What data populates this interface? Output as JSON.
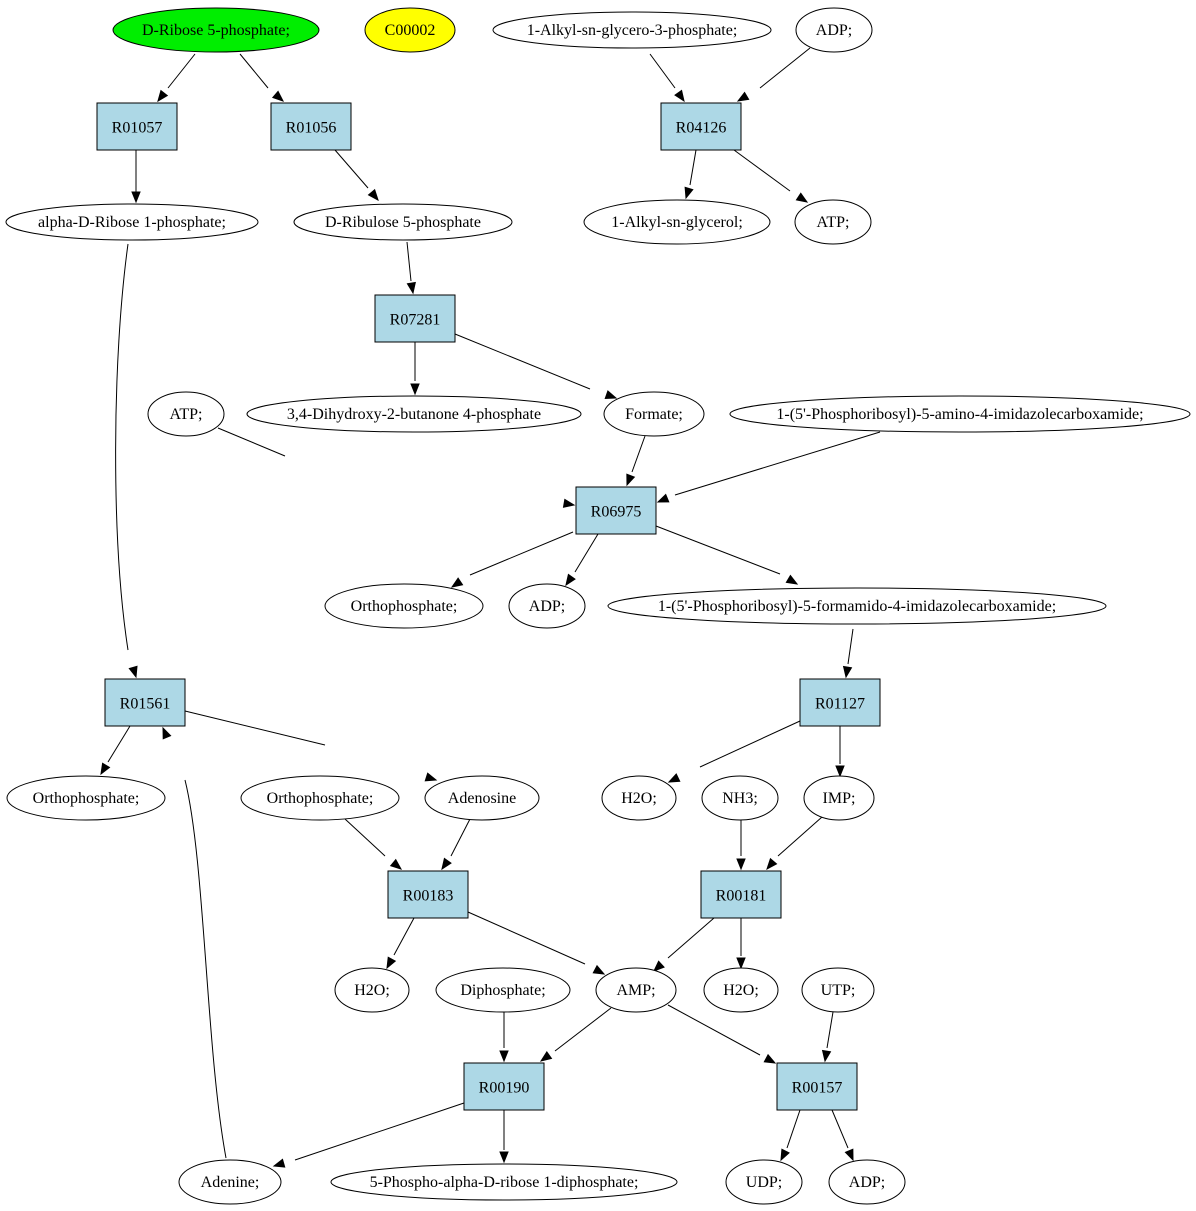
{
  "colors": {
    "reaction_fill": "#add8e6",
    "highlight_green": "#00ee00",
    "highlight_yellow": "#ffff00",
    "default_fill": "#ffffff"
  },
  "compounds": {
    "c_r5p": {
      "label": "D-Ribose 5-phosphate;",
      "fill": "green"
    },
    "c_c00002": {
      "label": "C00002",
      "fill": "yellow"
    },
    "c_alkylg3p": {
      "label": "1-Alkyl-sn-glycero-3-phosphate;"
    },
    "c_adp_top": {
      "label": "ADP;"
    },
    "c_ar1p": {
      "label": "alpha-D-Ribose 1-phosphate;"
    },
    "c_ru5p": {
      "label": "D-Ribulose 5-phosphate"
    },
    "c_alkylglycerol": {
      "label": "1-Alkyl-sn-glycerol;"
    },
    "c_atp_top": {
      "label": "ATP;"
    },
    "c_atp_mid": {
      "label": "ATP;"
    },
    "c_dhbp": {
      "label": "3,4-Dihydroxy-2-butanone 4-phosphate"
    },
    "c_formate": {
      "label": "Formate;"
    },
    "c_aicar": {
      "label": "1-(5'-Phosphoribosyl)-5-amino-4-imidazolecarboxamide;"
    },
    "c_pi_mid": {
      "label": "Orthophosphate;"
    },
    "c_adp_mid": {
      "label": "ADP;"
    },
    "c_faicar": {
      "label": "1-(5'-Phosphoribosyl)-5-formamido-4-imidazolecarboxamide;"
    },
    "c_pi_left": {
      "label": "Orthophosphate;"
    },
    "c_pi_center": {
      "label": "Orthophosphate;"
    },
    "c_adenosine": {
      "label": "Adenosine"
    },
    "c_h2o_r01127": {
      "label": "H2O;"
    },
    "c_nh3": {
      "label": "NH3;"
    },
    "c_imp": {
      "label": "IMP;"
    },
    "c_h2o_r00183": {
      "label": "H2O;"
    },
    "c_diphosphate": {
      "label": "Diphosphate;"
    },
    "c_amp": {
      "label": "AMP;"
    },
    "c_h2o_r00181": {
      "label": "H2O;"
    },
    "c_utp": {
      "label": "UTP;"
    },
    "c_adenine": {
      "label": "Adenine;"
    },
    "c_prpp": {
      "label": "5-Phospho-alpha-D-ribose 1-diphosphate;"
    },
    "c_udp": {
      "label": "UDP;"
    },
    "c_adp_bottom": {
      "label": "ADP;"
    }
  },
  "reactions": {
    "r01057": {
      "label": "R01057"
    },
    "r01056": {
      "label": "R01056"
    },
    "r04126": {
      "label": "R04126"
    },
    "r07281": {
      "label": "R07281"
    },
    "r06975": {
      "label": "R06975"
    },
    "r01561": {
      "label": "R01561"
    },
    "r01127": {
      "label": "R01127"
    },
    "r00183": {
      "label": "R00183"
    },
    "r00181": {
      "label": "R00181"
    },
    "r00190": {
      "label": "R00190"
    },
    "r00157": {
      "label": "R00157"
    }
  },
  "edges": [
    {
      "from": "c_r5p",
      "to": "r01057"
    },
    {
      "from": "c_r5p",
      "to": "r01056"
    },
    {
      "from": "r01057",
      "to": "c_ar1p"
    },
    {
      "from": "r01056",
      "to": "c_ru5p"
    },
    {
      "from": "c_alkylg3p",
      "to": "r04126"
    },
    {
      "from": "c_adp_top",
      "to": "r04126"
    },
    {
      "from": "r04126",
      "to": "c_alkylglycerol"
    },
    {
      "from": "r04126",
      "to": "c_atp_top"
    },
    {
      "from": "c_ru5p",
      "to": "r07281"
    },
    {
      "from": "r07281",
      "to": "c_dhbp"
    },
    {
      "from": "r07281",
      "to": "c_formate"
    },
    {
      "from": "c_atp_mid",
      "to": "r06975"
    },
    {
      "from": "c_formate",
      "to": "r06975"
    },
    {
      "from": "c_aicar",
      "to": "r06975"
    },
    {
      "from": "r06975",
      "to": "c_pi_mid"
    },
    {
      "from": "r06975",
      "to": "c_adp_mid"
    },
    {
      "from": "r06975",
      "to": "c_faicar"
    },
    {
      "from": "c_faicar",
      "to": "r01127"
    },
    {
      "from": "c_ar1p",
      "to": "r01561"
    },
    {
      "from": "c_adenine",
      "to": "r01561"
    },
    {
      "from": "r01561",
      "to": "c_pi_left"
    },
    {
      "from": "r01561",
      "to": "c_adenosine"
    },
    {
      "from": "r01127",
      "to": "c_h2o_r01127"
    },
    {
      "from": "r01127",
      "to": "c_imp"
    },
    {
      "from": "c_pi_center",
      "to": "r00183"
    },
    {
      "from": "c_adenosine",
      "to": "r00183"
    },
    {
      "from": "c_nh3",
      "to": "r00181"
    },
    {
      "from": "c_imp",
      "to": "r00181"
    },
    {
      "from": "r00183",
      "to": "c_h2o_r00183"
    },
    {
      "from": "r00183",
      "to": "c_amp"
    },
    {
      "from": "r00181",
      "to": "c_amp"
    },
    {
      "from": "r00181",
      "to": "c_h2o_r00181"
    },
    {
      "from": "c_diphosphate",
      "to": "r00190"
    },
    {
      "from": "c_amp",
      "to": "r00190"
    },
    {
      "from": "c_amp",
      "to": "r00157"
    },
    {
      "from": "c_utp",
      "to": "r00157"
    },
    {
      "from": "r00190",
      "to": "c_adenine"
    },
    {
      "from": "r00190",
      "to": "c_prpp"
    },
    {
      "from": "r00157",
      "to": "c_udp"
    },
    {
      "from": "r00157",
      "to": "c_adp_bottom"
    }
  ]
}
